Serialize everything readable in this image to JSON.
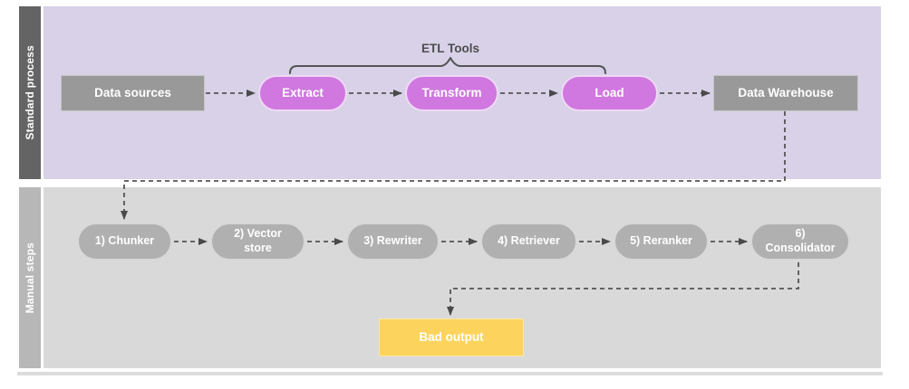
{
  "lanes": {
    "standard": {
      "label": "Standard process"
    },
    "manual": {
      "label": "Manual steps"
    }
  },
  "groups": {
    "etl_tools_label": "ETL Tools"
  },
  "nodes": {
    "data_sources": {
      "label": "Data sources"
    },
    "extract": {
      "label": "Extract"
    },
    "transform": {
      "label": "Transform"
    },
    "load": {
      "label": "Load"
    },
    "data_warehouse": {
      "label": "Data Warehouse"
    },
    "chunker": {
      "label": "1) Chunker"
    },
    "vector_store": {
      "label": "2) Vector store"
    },
    "rewriter": {
      "label": "3) Rewriter"
    },
    "retriever": {
      "label": "4) Retriever"
    },
    "reranker": {
      "label": "5) Reranker"
    },
    "consolidator": {
      "label": "6) Consolidator"
    },
    "bad_output": {
      "label": "Bad output"
    }
  },
  "colors": {
    "lane_standard_bg": "#d8d1e8",
    "lane_standard_tab": "#646464",
    "lane_manual_bg": "#d9d9d9",
    "lane_manual_tab": "#b7b7b7",
    "etl_node_fill": "#d077e0",
    "gray_box_fill": "#999999",
    "gray_pill_fill": "#b0b0b0",
    "bad_output_fill": "#fcd35c",
    "connector": "#545454"
  }
}
